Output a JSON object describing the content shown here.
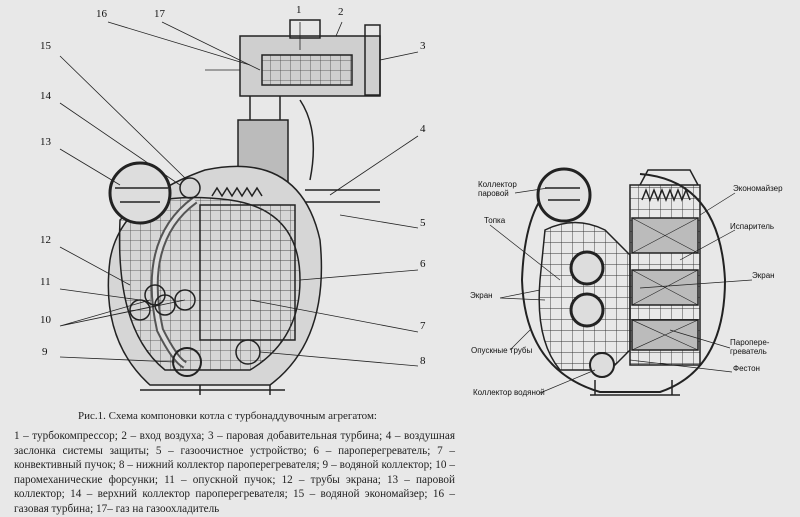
{
  "left_diagram": {
    "numbers": [
      "1",
      "2",
      "3",
      "4",
      "5",
      "6",
      "7",
      "8",
      "9",
      "10",
      "11",
      "12",
      "13",
      "14",
      "15",
      "16",
      "17"
    ]
  },
  "right_diagram": {
    "labels": {
      "steam_collector_1": "Коллектор",
      "steam_collector_2": "паровой",
      "furnace": "Топка",
      "economizer": "Экономайзер",
      "evaporator": "Испаритель",
      "screen_right": "Экран",
      "screen_left": "Экран",
      "downcomers": "Опускные трубы",
      "superheater_1": "Паропере-",
      "superheater_2": "греватель",
      "festoon": "Фестон",
      "water_collector": "Коллектор водяной"
    }
  },
  "caption": "Рис.1. Схема компоновки котла с турбонаддувочным агрегатом:",
  "legend": "1 – турбокомпрессор; 2 – вход воздуха; 3 – паровая добавительная турбина; 4 – воздушная заслонка системы защиты; 5 – газоочистное устройство; 6 – пароперегреватель; 7 – конвективный пучок; 8 – нижний коллектор пароперегревателя; 9 – водяной коллектор; 10 – паромеханические форсунки; 11 – опускной пучок; 12 – трубы экрана; 13 – паровой коллектор; 14 – верхний коллектор пароперегревателя; 15 – водяной экономайзер; 16 – газовая турбина; 17– газ на газоохладитель"
}
